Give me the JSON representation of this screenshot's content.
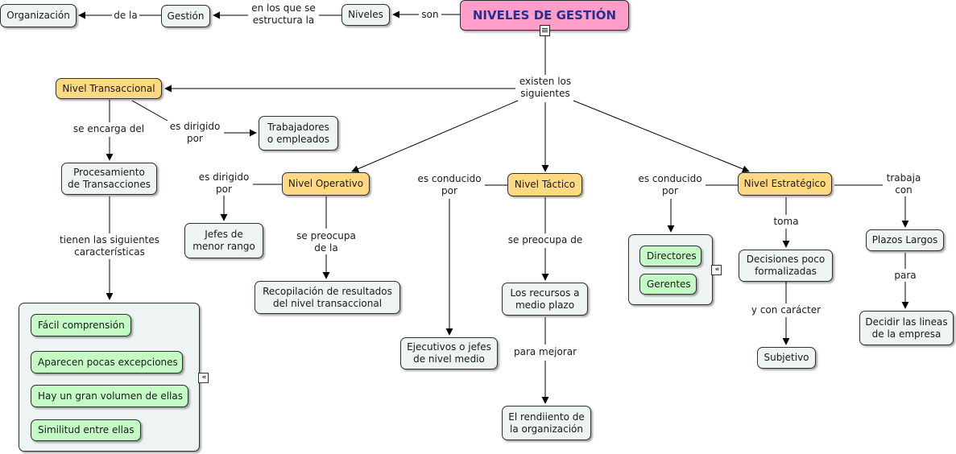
{
  "nodes": {
    "organizacion": "Organización",
    "gestion": "Gestión",
    "niveles": "Niveles",
    "main_title": "NIVELES DE GESTIÓN",
    "nivel_transaccional": "Nivel Transaccional",
    "trabajadores_l1": "Trabajadores",
    "trabajadores_l2": "o empleados",
    "procesamiento_l1": "Procesamiento",
    "procesamiento_l2": "de Transacciones",
    "nivel_operativo": "Nivel Operativo",
    "nivel_tactico": "Nivel Táctico",
    "nivel_estrategico": "Nivel Estratégico",
    "jefes_menor_l1": "Jefes de",
    "jefes_menor_l2": "menor rango",
    "recopilacion_l1": "Recopilación de resultados",
    "recopilacion_l2": "del nivel transaccional",
    "recursos_l1": "Los recursos a",
    "recursos_l2": "medio plazo",
    "ejecutivos_l1": "Ejecutivos o jefes",
    "ejecutivos_l2": "de nivel medio",
    "rendimiento_l1": "El rendiiento de",
    "rendimiento_l2": "la organización",
    "directores": "Directores",
    "gerentes": "Gerentes",
    "decisiones_l1": "Decisiones poco",
    "decisiones_l2": "formalizadas",
    "subjetivo": "Subjetivo",
    "plazos_largos": "Plazos Largos",
    "decidir_l1": "Decidir las lineas",
    "decidir_l2": "de la empresa",
    "facil": "Fácil comprensión",
    "aparecen": "Aparecen pocas excepciones",
    "gran_volumen": "Hay un gran volumen de ellas",
    "similitud": "Similitud entre ellas"
  },
  "links": {
    "de_la": "de la",
    "en_los_l1": "en los que se",
    "en_los_l2": "estructura la",
    "son": "son",
    "existen_l1": "existen los",
    "existen_l2": "siguientes",
    "se_encarga": "se encarga del",
    "dirigido_trans_l1": "es dirigido",
    "dirigido_trans_l2": "por",
    "tienen_l1": "tienen las siguientes",
    "tienen_l2": "características",
    "dirigido_oper_l1": "es dirigido",
    "dirigido_oper_l2": "por",
    "preocupa_oper_l1": "se preocupa",
    "preocupa_oper_l2": "de la",
    "conducido_tac_l1": "es conducido",
    "conducido_tac_l2": "por",
    "preocupa_tac": "se preocupa de",
    "para_mejorar": "para mejorar",
    "conducido_est_l1": "es conducido",
    "conducido_est_l2": "por",
    "toma": "toma",
    "y_con": "y con carácter",
    "trabaja_l1": "trabaja",
    "trabaja_l2": "con",
    "para": "para"
  },
  "icons": {
    "document": "document-icon",
    "collapse": "collapse-icon"
  },
  "colors": {
    "title_fill": "#ff9ec8",
    "title_text": "#2a2f8e",
    "level_fill": "#ffd982",
    "leaf_fill": "#eef3f3",
    "trait_fill": "#c4fbc4"
  }
}
